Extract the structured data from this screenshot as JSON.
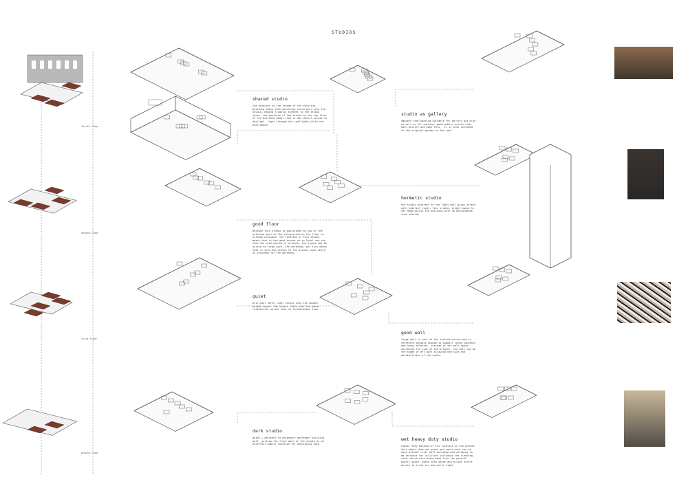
{
  "board": {
    "title": "STUDIOS"
  },
  "floors": [
    {
      "label": "fourth floor"
    },
    {
      "label": "second floor"
    },
    {
      "label": "first floor"
    },
    {
      "label": "ground floor"
    }
  ],
  "studios": [
    {
      "title": "shared studio",
      "body": "the adjacent to the facade of the existing building means that passersby could peer into the studio, making a public element to the studio space. the position of the studio on the top floor of the building means that it has direct access to daylight, light through the rooflights while not overlooked."
    },
    {
      "title": "studio as gallery",
      "body": "ambient rooflighting suitable for gallery but play as well as for working. good public access from main gallery and make this - it is also secluded to the original garden on the roof"
    },
    {
      "title": "hermetic studio",
      "body": "the studio adjacent to the light well gives access with indirect light. this studio, bright space to set deep within the building with no disturbance from outside"
    },
    {
      "title": "good floor",
      "body": "because this studio is positioned on top of the existing part of the infrastructure the floor is already provided. the location of this studio means that it has good access at on level and can take the wide pieces of artwork. the studio may be suited to large work, the workshop, but this means that it also has access to the ground light which is provided for the workshop."
    },
    {
      "title": "quiet",
      "body": "brilliant north light shines into the double height space. the studio looks over the quiet residential street that is threadneedle lane."
    },
    {
      "title": "good wall",
      "body": "large wall is part of the infrastructure and is therefore durable enough to support large canvases and heavy artworks. instead of the wall space dictating the size of the artwork, the wall can be the shape of art work allowing new size and possibilities of the scale."
    },
    {
      "title": "dark studio",
      "body": "quiet + adjacent to neighbour apartment building wall, outside the front door of the studio is an excellent public location for displaying work"
    },
    {
      "title": "wet heavy duty studio",
      "body": "robust they because of its location on the ground, this makes them not quiet and could work can be done without risk. well workshop and allowing to be relevant for utilities including the cleaning, sink, which also being away from the general public space. opens into space and allows direct access to fresh air and north light"
    }
  ],
  "photos": [
    {
      "name": "gallery-photo",
      "color": "#8a6a4c"
    },
    {
      "name": "dark-room-photo",
      "color": "#3a3430"
    },
    {
      "name": "pattern-wall-photo",
      "color": "#6b5a50"
    },
    {
      "name": "workshop-photo",
      "color": "#c9b89a"
    }
  ],
  "colors": {
    "accent": "#7a3a2c",
    "line": "#555555",
    "panel": "#b9b9b9"
  }
}
